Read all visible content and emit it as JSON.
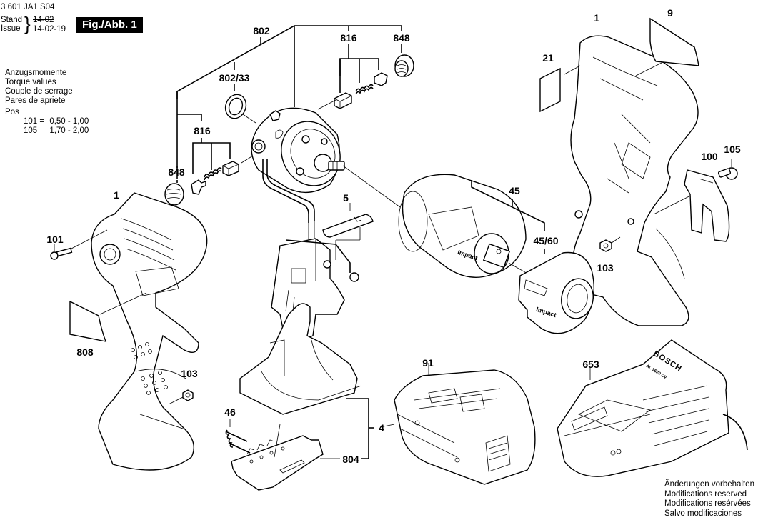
{
  "header": {
    "part_number": "3 601 JA1 S04",
    "stand_label": "Stand",
    "issue_label": "Issue",
    "old_date": "14-02",
    "new_date": "14-02-19",
    "figure_label": "Fig./Abb. 1"
  },
  "torque": {
    "lines": [
      "Anzugsmomente",
      "Torque values",
      "Couple de serrage",
      "Pares de apriete"
    ],
    "pos_label": "Pos",
    "values": [
      {
        "pos": "101 =",
        "range": "0,50  -  1,00"
      },
      {
        "pos": "105 =",
        "range": "1,70  -  2,00"
      }
    ]
  },
  "callouts": {
    "c802": "802",
    "c802_33": "802/33",
    "c816_top": "816",
    "c848_top": "848",
    "c816_left": "816",
    "c848_left": "848",
    "c1_top": "1",
    "c9": "9",
    "c21": "21",
    "c105": "105",
    "c100": "100",
    "c1_left": "1",
    "c101": "101",
    "c5": "5",
    "c45": "45",
    "c45_60": "45/60",
    "c103_right": "103",
    "c808": "808",
    "c103_left": "103",
    "c91": "91",
    "c653": "653",
    "c46": "46",
    "c4": "4",
    "c804": "804"
  },
  "part_markings": {
    "impact_housing": "Impact",
    "impact_cap": "Impact",
    "charger_brand": "BOSCH",
    "charger_model": "AL 3620 CV"
  },
  "footer": {
    "notes": [
      "Änderungen vorbehalten",
      "Modifications reserved",
      "Modifications resérvées",
      "Salvo modificaciones"
    ]
  }
}
